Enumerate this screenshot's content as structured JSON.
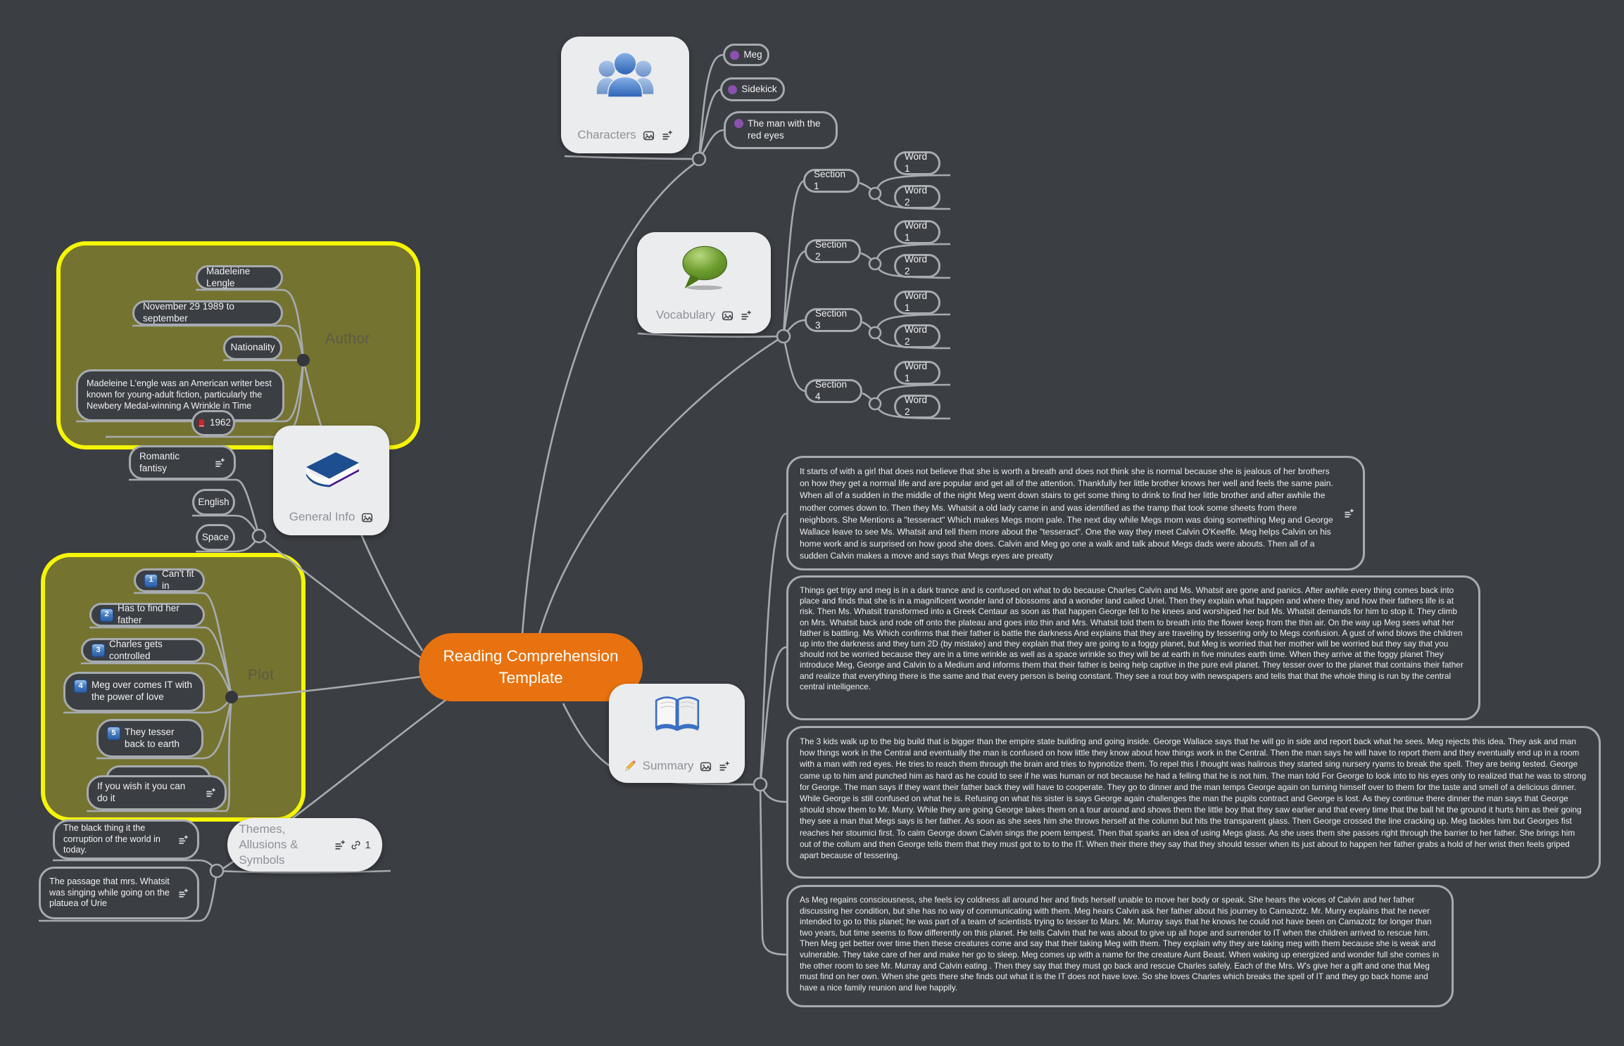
{
  "colors": {
    "background": "#3b3e43",
    "bubble_border": "#a6abb0",
    "boundary_fill": "#757330",
    "boundary_border": "#f5f507",
    "central_fill": "#e8720f",
    "character_dot": "#8a52ad",
    "card_fill": "#ebecee"
  },
  "central": {
    "label": "Reading Comprehension Template"
  },
  "characters": {
    "label": "Characters",
    "items": [
      {
        "label": "Meg"
      },
      {
        "label": "Sidekick"
      },
      {
        "label": "The man with the red eyes"
      }
    ]
  },
  "vocabulary": {
    "label": "Vocabulary",
    "sections": [
      {
        "label": "Section 1",
        "words": [
          "Word 1",
          "Word 2"
        ]
      },
      {
        "label": "Section 2",
        "words": [
          "Word 1",
          "Word 2"
        ]
      },
      {
        "label": "Section 3",
        "words": [
          "Word 1",
          "Word 2"
        ]
      },
      {
        "label": "Section 4",
        "words": [
          "Word 1",
          "Word 2"
        ]
      }
    ]
  },
  "author": {
    "label": "Author",
    "name": "Madeleine Lengle",
    "dates": "November 29 1989 to september",
    "nationality": "Nationality",
    "bio": "Madeleine L'engle was an American writer best known for young-adult fiction, particularly the Newbery Medal-winning A Wrinkle in Time",
    "year": "1962"
  },
  "general_info": {
    "label": "General Info",
    "genre": "Romantic fantisy",
    "language": "English",
    "setting": "Space"
  },
  "plot": {
    "label": "Plot",
    "items": [
      {
        "num": "1",
        "text": "Can't fit in"
      },
      {
        "num": "2",
        "text": "Has to find her father"
      },
      {
        "num": "3",
        "text": "Charles gets controlled"
      },
      {
        "num": "4",
        "text": "Meg over comes IT with the power of love"
      },
      {
        "num": "5",
        "text": "They tesser back to earth"
      }
    ],
    "extra": "If you wish it you can do it"
  },
  "themes": {
    "label": "Themes, Allusions & Symbols",
    "link_count": "1",
    "items": [
      "The black thing it the corruption of the world in today.",
      "The passage that mrs. Whatsit was singing while going on the platuea of Urie"
    ]
  },
  "summary": {
    "label": "Summary",
    "paragraphs": [
      "It starts of with a girl that does not believe that she is worth a breath and does not think she is normal  because she is jealous of her brothers on how they get a normal life and are popular and get all of the attention. Thankfully her little brother knows her well and feels the same pain. When all of a sudden in the middle of the night Meg went down stairs to get some thing to drink to find her little brother and after awhile the mother comes down to. Then they Ms. Whatsit a old lady came in and was identified as the tramp that took some sheets from there neighbors.  She Mentions a \"tesseract\" Which makes Megs mom pale. The next day while Megs mom was doing something Meg and George Wallace leave to see Ms. Whatsit and tell them more about the \"tesseract\". One the way they meet Calvin O'Keeffe. Meg helps Calvin on his home work and is surprised on how good she does. Calvin and Meg go one a walk and talk about Megs dads were abouts. Then all of a sudden Calvin makes a move and says that Megs eyes are preatty",
      "Things get tripy and meg is in a dark trance and is confused on what to do because Charles Calvin and Ms. Whatsit are gone and panics. After awhile every thing comes back into place and finds that she is in a magnificent wonder land of blossoms and a wonder land called Uriel. Then they explain what happen and where they and how their fathers life is at risk. Then Ms. Whatsit transformed into a Greek Centaur as soon as that happen George fell to he knees and worshiped her but Ms. Whatsit demands for him to stop it. They climb on Mrs. Whatsit back and rode off onto the plateau and goes into thin and Mrs. Whatsit told them to breath into the flower keep from the thin air. On the way up Meg sees what her father is battling. Ms Which confirms that their father is battle the darkness And explains that they are traveling by tessering only to Megs confusion. A gust of wind blows the children up into the darkness and they turn 2D (by mistake) and they explain that they are going to a foggy planet, but Meg is worried that her mother will be worried but they say that you should not be worried because they are in a time wrinkle as well as a space wrinkle so they will be at earth in five minutes earth time. When they arrive at the foggy planet They introduce Meg, George and Calvin to a Medium and informs them that their father is being help captive in the pure evil planet. They tesser over to the planet that contains their father and realize that everything there is the same and that every person is being constant. They see a rout boy with newspapers and tells that that the whole thing is run by the central central intelligence.",
      "The 3 kids walk up to the big build that is bigger than the empire state building and going inside. George Wallace says that he will go in side and report back what he sees. Meg rejects this idea. They ask and man how things work in the Central and eventually the man is confused on how little they know about how things work in the Central. Then the man says he will have to report them and they eventually end up in a room with a man with red eyes. He tries to reach them through the brain and tries to hypnotize them. To repel this I thought was halirous they started sing nursery ryams to break the spell. They are being tested. George came up to him and punched him as hard as he could to see if he was human or not because he had a felling that he is not him. The man told For George to look into to his eyes only to realized that he was to strong for George. The man says if they want their father back they will have to cooperate. They go to dinner and the man temps George again on turning himself over to them for the taste and smell of a delicious dinner. While George is still confused on what he is. Refusing on what his sister is says George again challenges the man the pupils contract and George is lost. As they continue there dinner the man says that George should show them to Mr. Murry. While they are going George takes them on a tour around and shows them the little boy that they saw earlier and that every time that the ball hit the ground it hurts him as their going they see a man that Megs says is her father. As soon as she sees him she throws herself at the column but hits the transparent glass. Then George crossed the line cracking up. Meg tackles him but Georges fist reaches her stoumici first. To calm George down Calvin sings the poem tempest. Then that sparks an idea of using Megs glass. As she uses them she passes right through the barrier to her father. She brings him out of the collum and then George tells them that they must got to to to the IT. When their there they say that they should tesser when its just about to happen her father grabs a hold of her wrist then feels griped apart because of tessering.",
      "As Meg regains consciousness, she feels icy coldness all around her and finds herself unable to move her body or speak. She hears the voices of Calvin and her father discussing her condition, but she has no way of communicating with them. Meg hears Calvin ask her father about his journey to Camazotz. Mr. Murry explains that he never intended to go to this planet; he was part of a team of scientists trying to tesser to Mars. Mr. Murray says that he knows he could not have been on Camazotz for longer than two years, but time seems to flow differently on this planet. He tells Calvin that he was about to give up all hope and surrender to IT when the children arrived to rescue him. Then Meg get better over time then these creatures come and say that their taking Meg with them. They explain why they are taking meg with them because she is weak and vulnerable. They take care of her and make her go to sleep. Meg comes up with a name for the creature Aunt Beast. When waking up energized and wonder full she comes in the other room to see Mr. Murray and Calvin eating . Then they say that they must go back and rescue Charles safely. Each of the Mrs. W's give her a gift and one that Meg must find on her own. When she gets there she finds out what it is the IT does not have love. So she loves Charles which breaks the spell of IT and they go back home and have a nice family reunion and live happily."
    ]
  }
}
